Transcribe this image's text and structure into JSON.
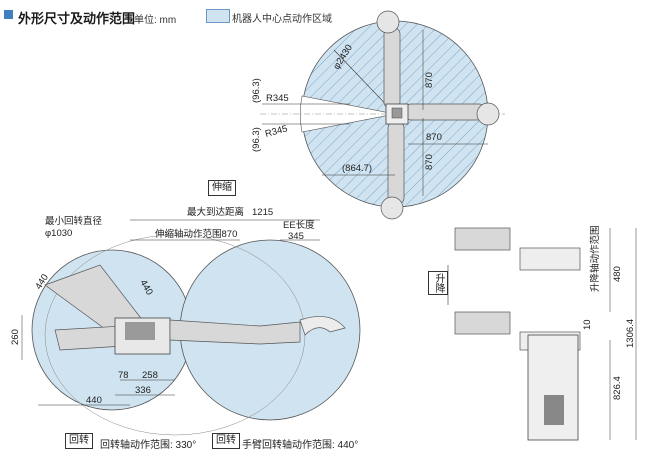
{
  "header": {
    "title": "外形尺寸及动作范围",
    "unit": "单位: mm",
    "legend_label": "机器人中心点动作区域"
  },
  "top_view": {
    "diameter": "φ2430",
    "dim_870_up": "870",
    "dim_870_right": "870",
    "dim_870_down": "870",
    "r345_top": "R345",
    "r345_bottom": "R345",
    "offset_top": "(96.3)",
    "offset_bottom": "(96.3)",
    "dim_864": "(864.7)"
  },
  "side_view": {
    "extend_label": "伸缩",
    "max_reach_label": "最大到达距离",
    "max_reach_value": "1215",
    "min_rot_label": "最小回转直径",
    "min_rot_value": "φ1030",
    "ext_range_label": "伸缩轴动作范围870",
    "ee_label": "EE长度",
    "ee_value": "345",
    "d440_a": "440",
    "d440_b": "440",
    "d440_c": "440",
    "d260": "260",
    "d78": "78",
    "d258": "258",
    "d336": "336",
    "rotate_box": "回转",
    "rotate_range": "回转轴动作范围: 330°",
    "wrist_box": "回转",
    "wrist_range": "手臂回转轴动作范围: 440°"
  },
  "lift_view": {
    "lift_box": "升降",
    "lift_range_label": "升降轴动作范围",
    "d480": "480",
    "d10": "10",
    "d1306": "1306.4",
    "d826": "826.4"
  },
  "colors": {
    "fill": "#cfe3f0",
    "hatch": "#6a98c2",
    "arm": "#d8d8d8",
    "accent": "#3f7fbf"
  }
}
